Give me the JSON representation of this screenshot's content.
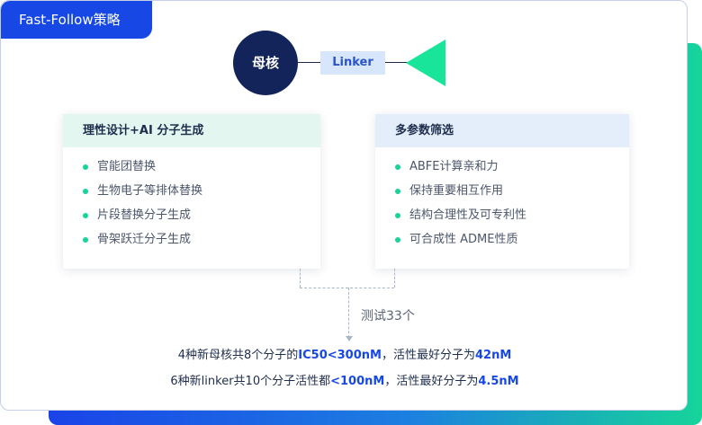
{
  "tab_title": "Fast-Follow策略",
  "diagram": {
    "core_label": "母核",
    "linker_label": "Linker"
  },
  "left_box": {
    "title": "理性设计+AI 分子生成",
    "items": [
      "官能团替换",
      "生物电子等排体替换",
      "片段替换分子生成",
      "骨架跃迁分子生成"
    ]
  },
  "right_box": {
    "title": "多参数筛选",
    "items": [
      "ABFE计算亲和力",
      "保持重要相互作用",
      "结构合理性及可专利性",
      "可合成性 ADME性质"
    ]
  },
  "test_label": "测试33个",
  "results": {
    "line1": {
      "pre": "4种新母核共8个分子的",
      "hl1": "IC50<300nM",
      "mid": "，活性最好分子为",
      "hl2": "42nM"
    },
    "line2": {
      "pre": "6种新linker共10个分子活性都",
      "hl1": "<100nM",
      "mid": "，活性最好分子为",
      "hl2": "4.5nM"
    }
  },
  "colors": {
    "brand_blue": "#1748e6",
    "navy": "#122459",
    "accent_green": "#18e49a",
    "linker_bg": "#d8e6fb"
  }
}
